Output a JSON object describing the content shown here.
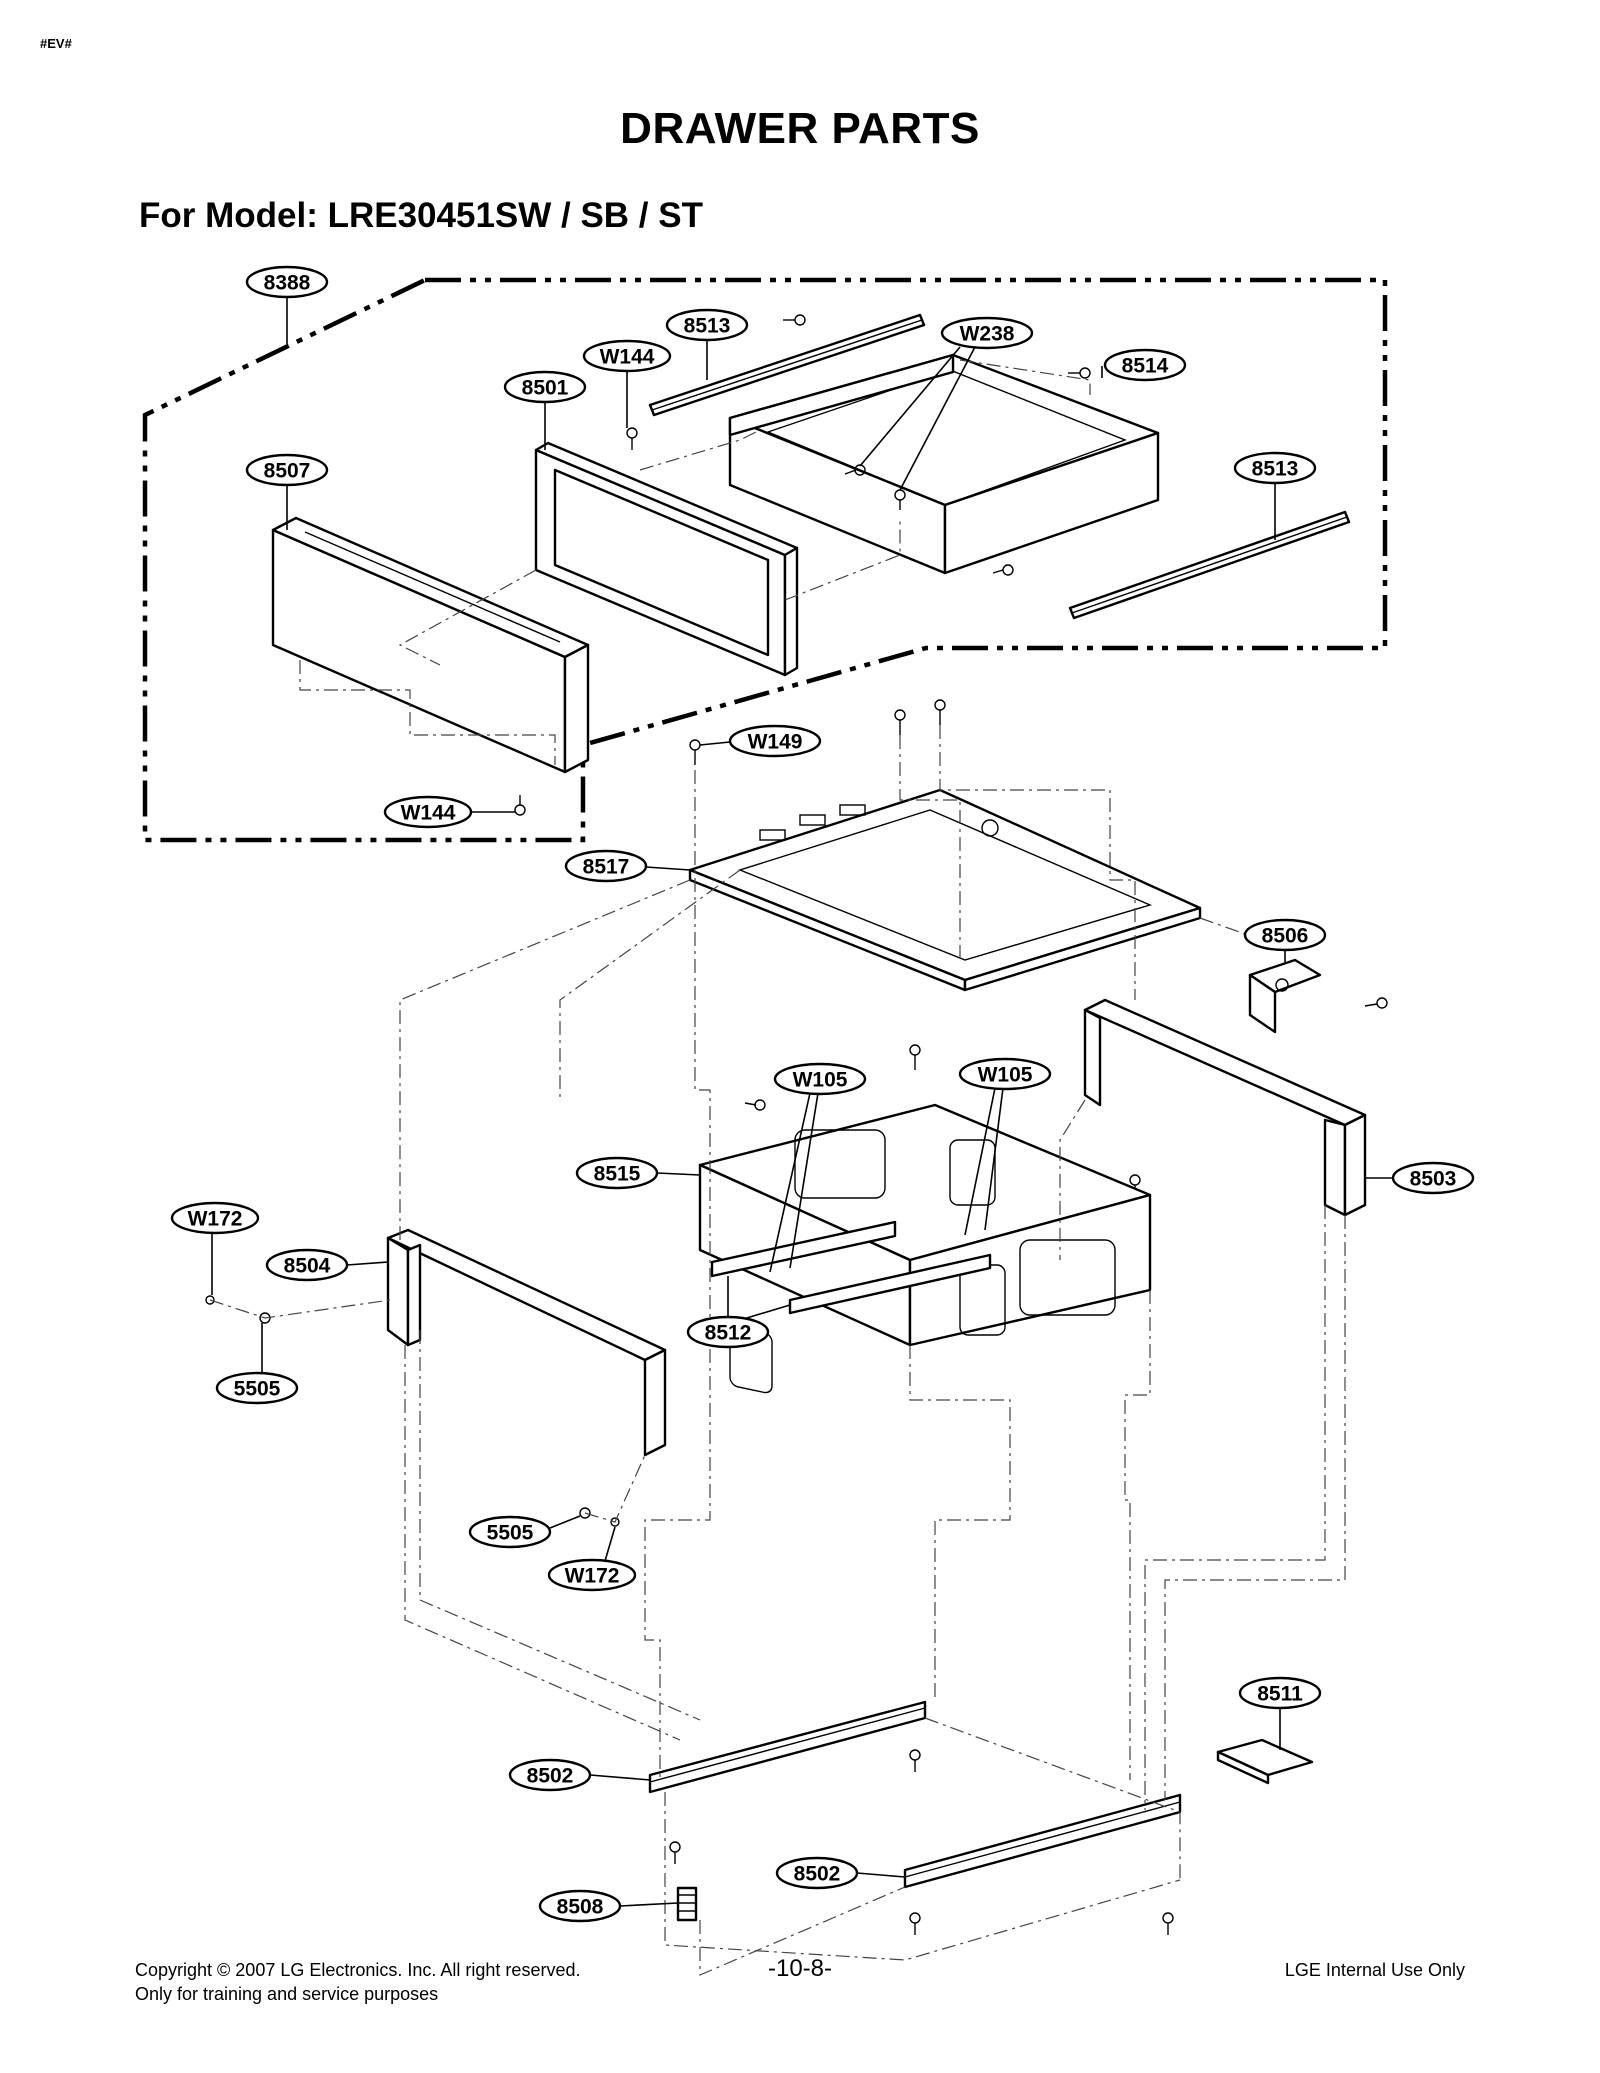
{
  "header": {
    "code": "#EV#",
    "title": "DRAWER PARTS",
    "model": "For Model: LRE30451SW / SB / ST"
  },
  "callouts": [
    {
      "id": "c8388",
      "label": "8388"
    },
    {
      "id": "c8513a",
      "label": "8513"
    },
    {
      "id": "cW238",
      "label": "W238"
    },
    {
      "id": "cW144a",
      "label": "W144"
    },
    {
      "id": "c8514",
      "label": "8514"
    },
    {
      "id": "c8501",
      "label": "8501"
    },
    {
      "id": "c8507",
      "label": "8507"
    },
    {
      "id": "c8513b",
      "label": "8513"
    },
    {
      "id": "cW149",
      "label": "W149"
    },
    {
      "id": "cW144b",
      "label": "W144"
    },
    {
      "id": "c8517",
      "label": "8517"
    },
    {
      "id": "c8506",
      "label": "8506"
    },
    {
      "id": "cW105a",
      "label": "W105"
    },
    {
      "id": "cW105b",
      "label": "W105"
    },
    {
      "id": "c8515",
      "label": "8515"
    },
    {
      "id": "c8503",
      "label": "8503"
    },
    {
      "id": "cW172a",
      "label": "W172"
    },
    {
      "id": "c8504",
      "label": "8504"
    },
    {
      "id": "c8512",
      "label": "8512"
    },
    {
      "id": "c5505a",
      "label": "5505"
    },
    {
      "id": "c5505b",
      "label": "5505"
    },
    {
      "id": "cW172b",
      "label": "W172"
    },
    {
      "id": "c8511",
      "label": "8511"
    },
    {
      "id": "c8502a",
      "label": "8502"
    },
    {
      "id": "c8502b",
      "label": "8502"
    },
    {
      "id": "c8508",
      "label": "8508"
    }
  ],
  "footer": {
    "copyright": "Copyright © 2007 LG Electronics. Inc. All right reserved.",
    "training": "Only for training and service purposes",
    "page": "-10-8-",
    "internal": "LGE Internal Use Only"
  }
}
